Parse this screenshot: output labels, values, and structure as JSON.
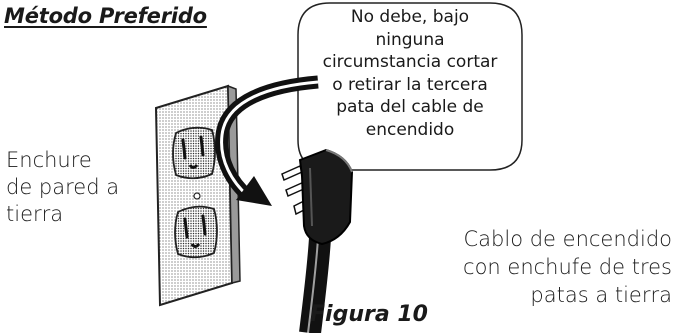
{
  "heading": "Método Preferido",
  "warning_lines": [
    "No debe, bajo",
    "ninguna",
    "circumstancia cortar",
    "o retirar la tercera",
    "pata del cable de",
    "encendido"
  ],
  "outlet_label_lines": [
    "Enchure",
    "de pared a",
    "tierra"
  ],
  "cord_label_lines": [
    "Cablo de encendido",
    "con enchufe de tres",
    "patas a tierra"
  ],
  "caption": "Figura 10"
}
